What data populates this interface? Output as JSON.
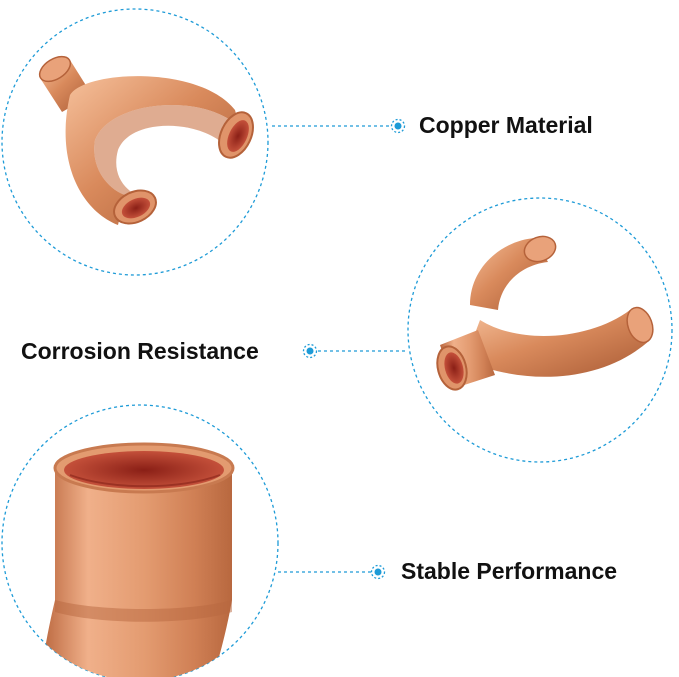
{
  "callouts": [
    {
      "label": "Copper Material"
    },
    {
      "label": "Corrosion Resistance"
    },
    {
      "label": "Stable Performance"
    }
  ],
  "colors": {
    "accent": "#1e9bd7",
    "copper": "#d98a5c",
    "copper_dark": "#9c4a2a",
    "copper_light": "#f2b48e",
    "text": "#111111"
  },
  "icons": [
    "y-branch-copper-fitting-icon",
    "y-branch-copper-fitting-icon",
    "copper-pipe-end-icon"
  ]
}
